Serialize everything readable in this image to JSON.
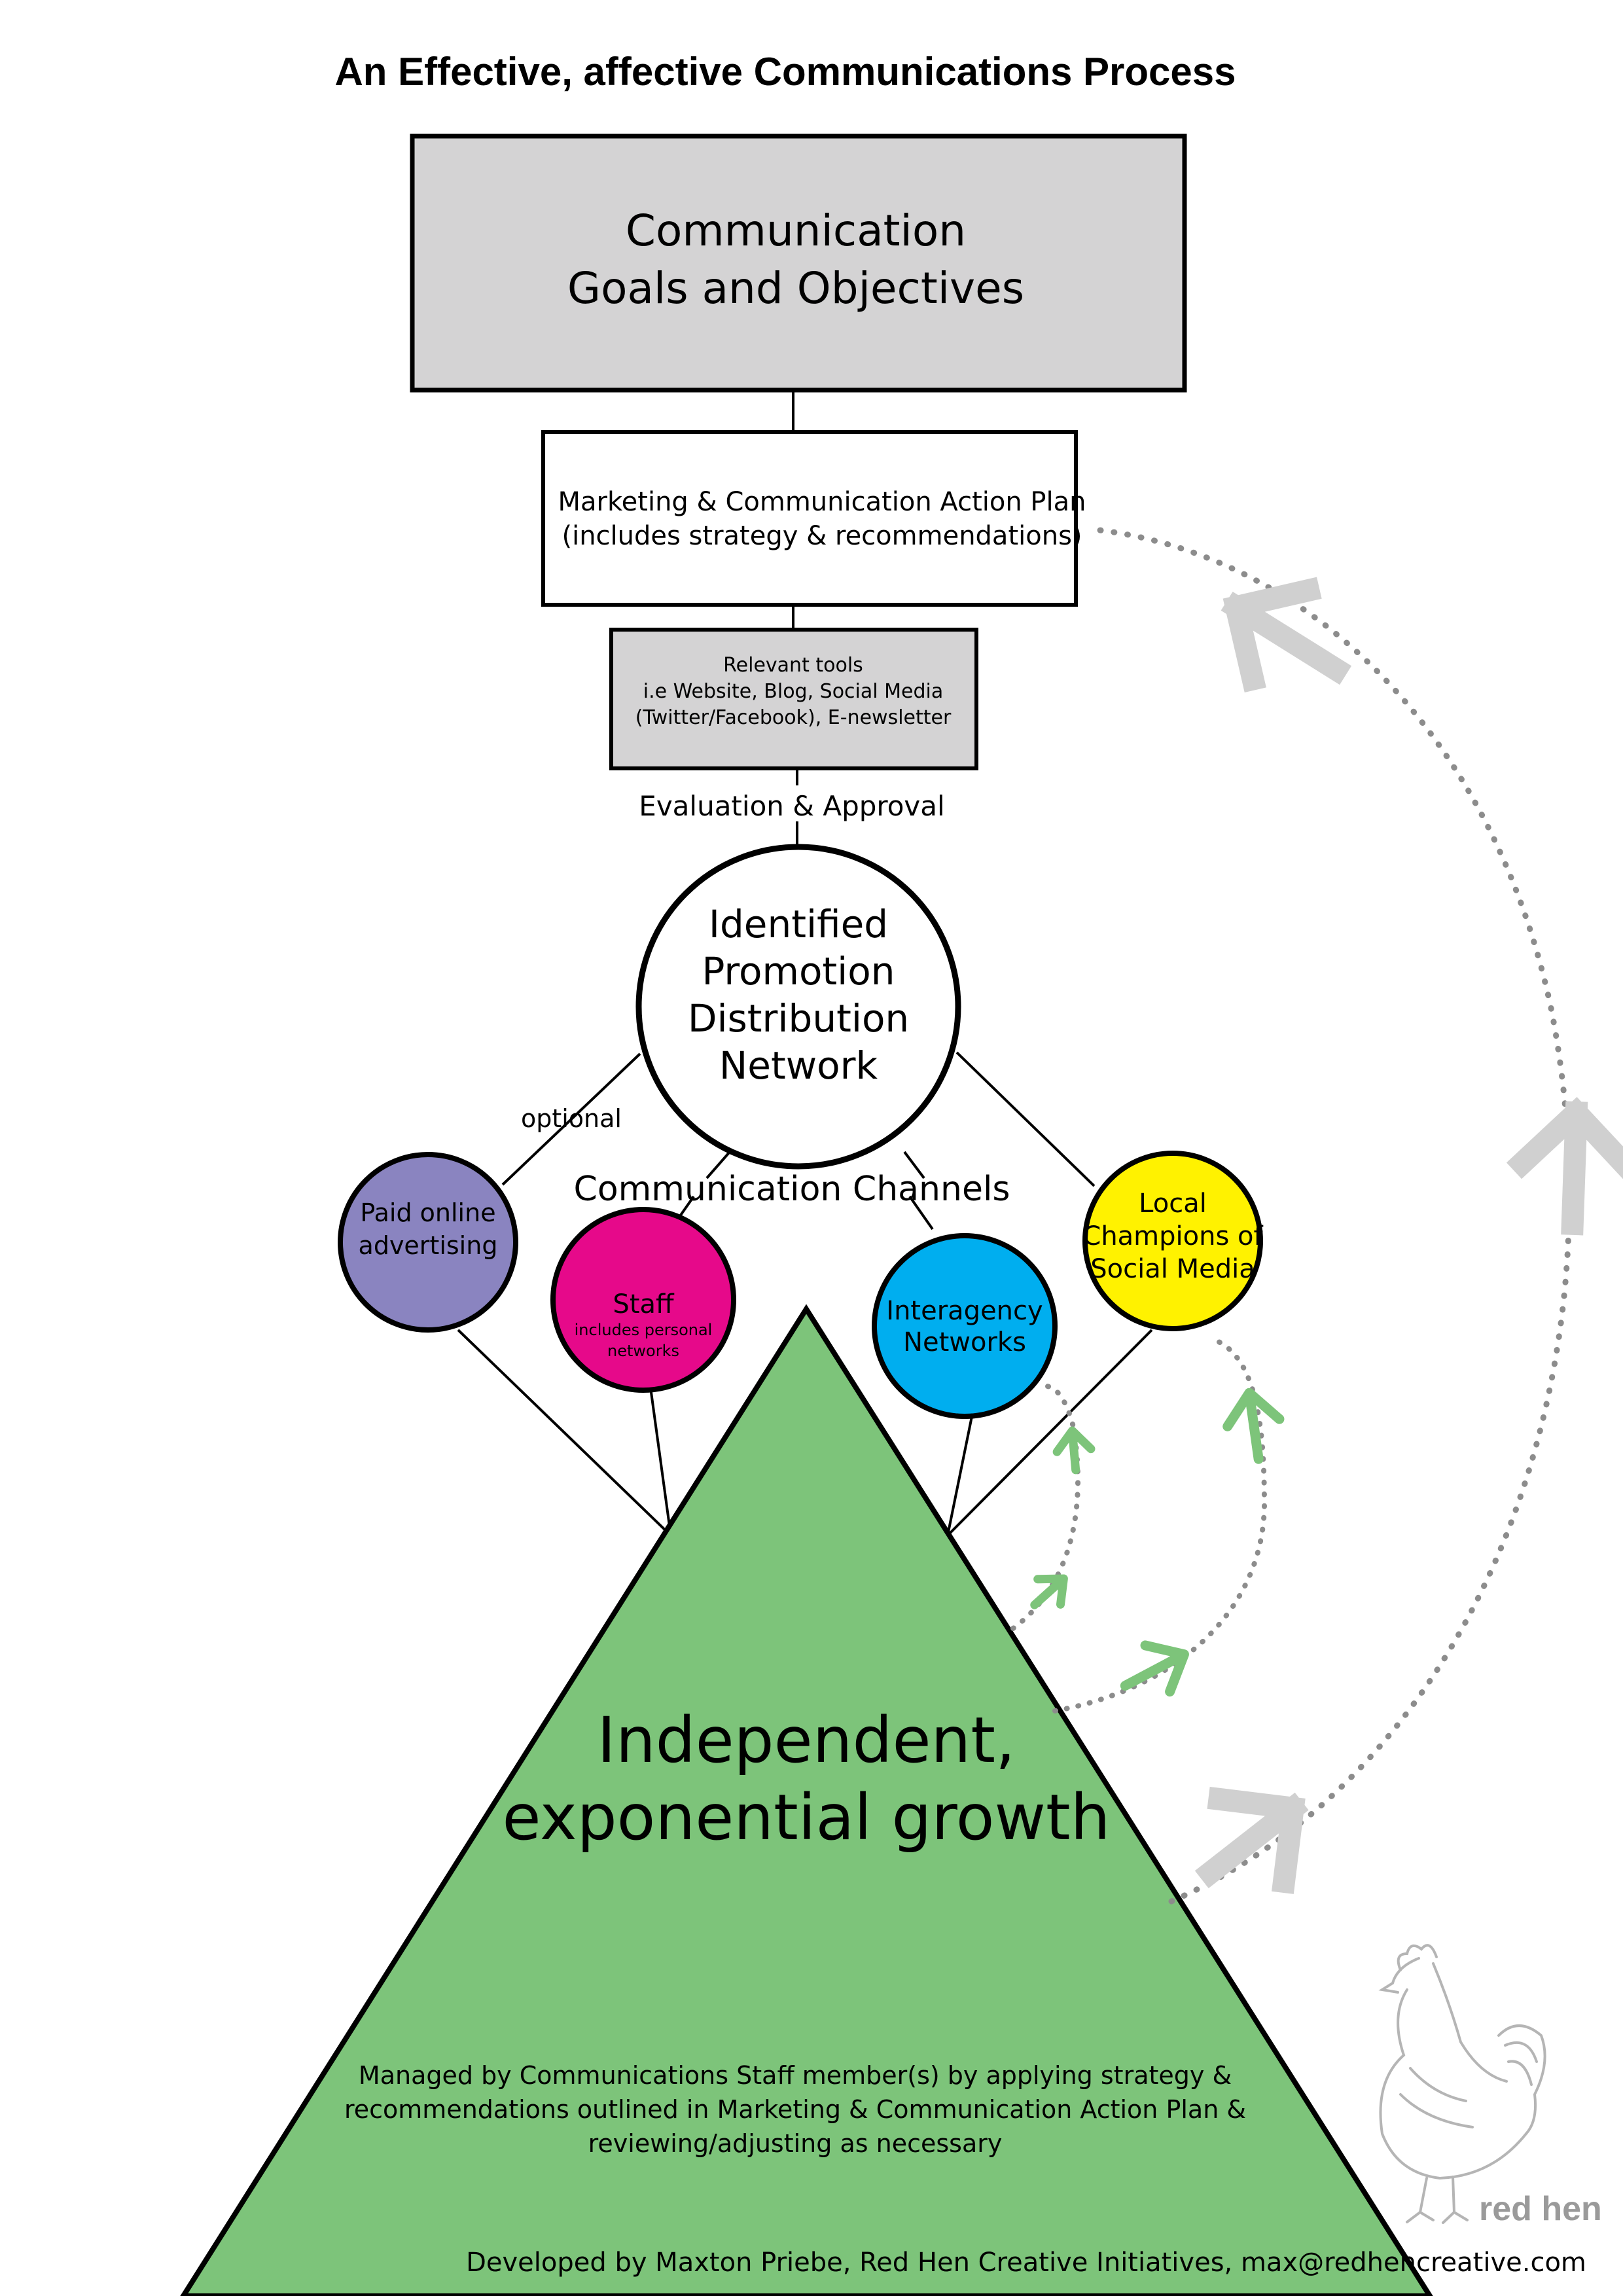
{
  "title": "An Effective, affective Communications Process",
  "goals_box": {
    "line1": "Communication",
    "line2": "Goals and Objectives"
  },
  "action_plan": {
    "line1": "Marketing & Communication Action Plan",
    "line2": "(includes strategy & recommendations)"
  },
  "tools_box": {
    "line1": "Relevant tools",
    "line2": "i.e Website, Blog, Social Media",
    "line3": "(Twitter/Facebook), E-newsletter"
  },
  "evaluation_label": "Evaluation & Approval",
  "network_circle": {
    "line1": "Identified",
    "line2": "Promotion",
    "line3": "Distribution",
    "line4": "Network"
  },
  "optional_label": "optional",
  "channels_label": "Communication Channels",
  "channels": {
    "paid": {
      "line1": "Paid online",
      "line2": "advertising",
      "color": "#8a84c0"
    },
    "staff": {
      "line1": "Staff",
      "line2": "includes personal",
      "line3": "networks",
      "color": "#e6098a"
    },
    "interagency": {
      "line1": "Interagency",
      "line2": "Networks",
      "color": "#00aeef"
    },
    "champions": {
      "line1": "Local",
      "line2": "Champions of",
      "line3": "Social Media",
      "color": "#fff200"
    }
  },
  "growth": {
    "line1": "Independent,",
    "line2": "exponential growth",
    "color": "#7dc47a"
  },
  "managed_note": {
    "line1": "Managed by Communications Staff member(s) by applying strategy &",
    "line2": "recommendations outlined in Marketing & Communication Action Plan &",
    "line3": "reviewing/adjusting as necessary"
  },
  "logo": {
    "text": "red hen"
  },
  "footer": "Developed by Maxton Priebe, Red Hen Creative Initiatives, max@redhencreative.com",
  "colors": {
    "box_gray": "#d4d3d4",
    "arrow_gray": "#d0d0d0",
    "dots_gray": "#8c8c8c",
    "arrow_green": "#7dc47a"
  }
}
